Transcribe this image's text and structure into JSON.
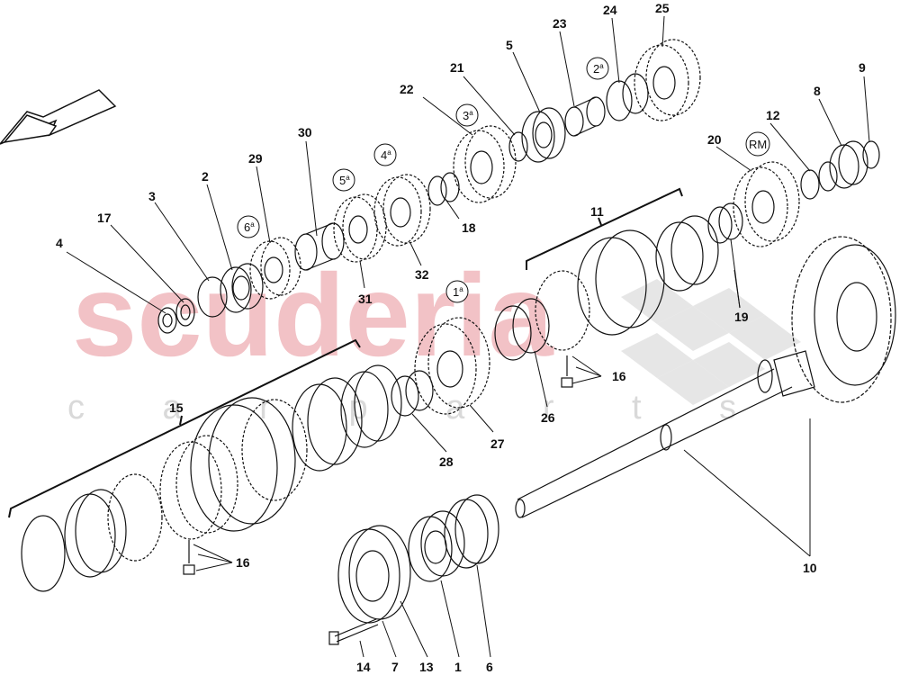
{
  "watermark": {
    "main": "scuderia",
    "sub": "c a r p a r t s"
  },
  "callouts": [
    "1",
    "2",
    "3",
    "4",
    "5",
    "6",
    "7",
    "8",
    "9",
    "10",
    "11",
    "12",
    "13",
    "14",
    "15",
    "16",
    "16",
    "17",
    "18",
    "19",
    "20",
    "21",
    "22",
    "23",
    "24",
    "25",
    "26",
    "27",
    "28",
    "29",
    "30",
    "31",
    "32"
  ],
  "gear_marks": [
    "6a",
    "5a",
    "4a",
    "3a",
    "2a",
    "1a",
    "RM"
  ],
  "labels": {
    "l1": "1",
    "l2": "2",
    "l3": "3",
    "l4": "4",
    "l5": "5",
    "l6": "6",
    "l7": "7",
    "l8": "8",
    "l9": "9",
    "l10": "10",
    "l11": "11",
    "l12": "12",
    "l13": "13",
    "l14": "14",
    "l15": "15",
    "l16a": "16",
    "l16b": "16",
    "l17": "17",
    "l18": "18",
    "l19": "19",
    "l20": "20",
    "l21": "21",
    "l22": "22",
    "l23": "23",
    "l24": "24",
    "l25": "25",
    "l26": "26",
    "l27": "27",
    "l28": "28",
    "l29": "29",
    "l30": "30",
    "l31": "31",
    "l32": "32"
  },
  "gears": {
    "g6": "6",
    "g5": "5",
    "g4": "4",
    "g3": "3",
    "g2": "2",
    "g1": "1",
    "gRM": "RM",
    "sup": "a"
  }
}
